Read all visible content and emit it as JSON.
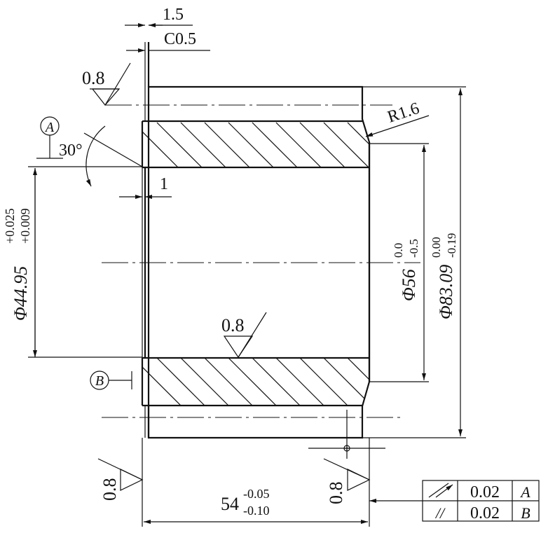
{
  "dimensions": {
    "face_width": "1.5",
    "chamfer": "C0.5",
    "radius": "R1.6",
    "angle": "30°",
    "step": "1",
    "length": "54",
    "length_upper": "-0.05",
    "length_lower": "-0.10",
    "bore_dia": "Φ44.95",
    "bore_upper": "+0.025",
    "bore_lower": "+0.009",
    "groove_dia": "Φ56",
    "groove_upper": "0.0",
    "groove_lower": "-0.5",
    "outer_dia": "Φ83.09",
    "outer_upper": "0.00",
    "outer_lower": "-0.19"
  },
  "roughness": {
    "top_left": "0.8",
    "bore": "0.8",
    "left_face": "0.8",
    "right_face": "0.8"
  },
  "datums": {
    "a": "A",
    "b": "B"
  },
  "tolerance_frame": {
    "row1": {
      "symbol": "↗",
      "value": "0.02",
      "datum": "A"
    },
    "row2": {
      "symbol": "//",
      "value": "0.02",
      "datum": "B"
    }
  }
}
